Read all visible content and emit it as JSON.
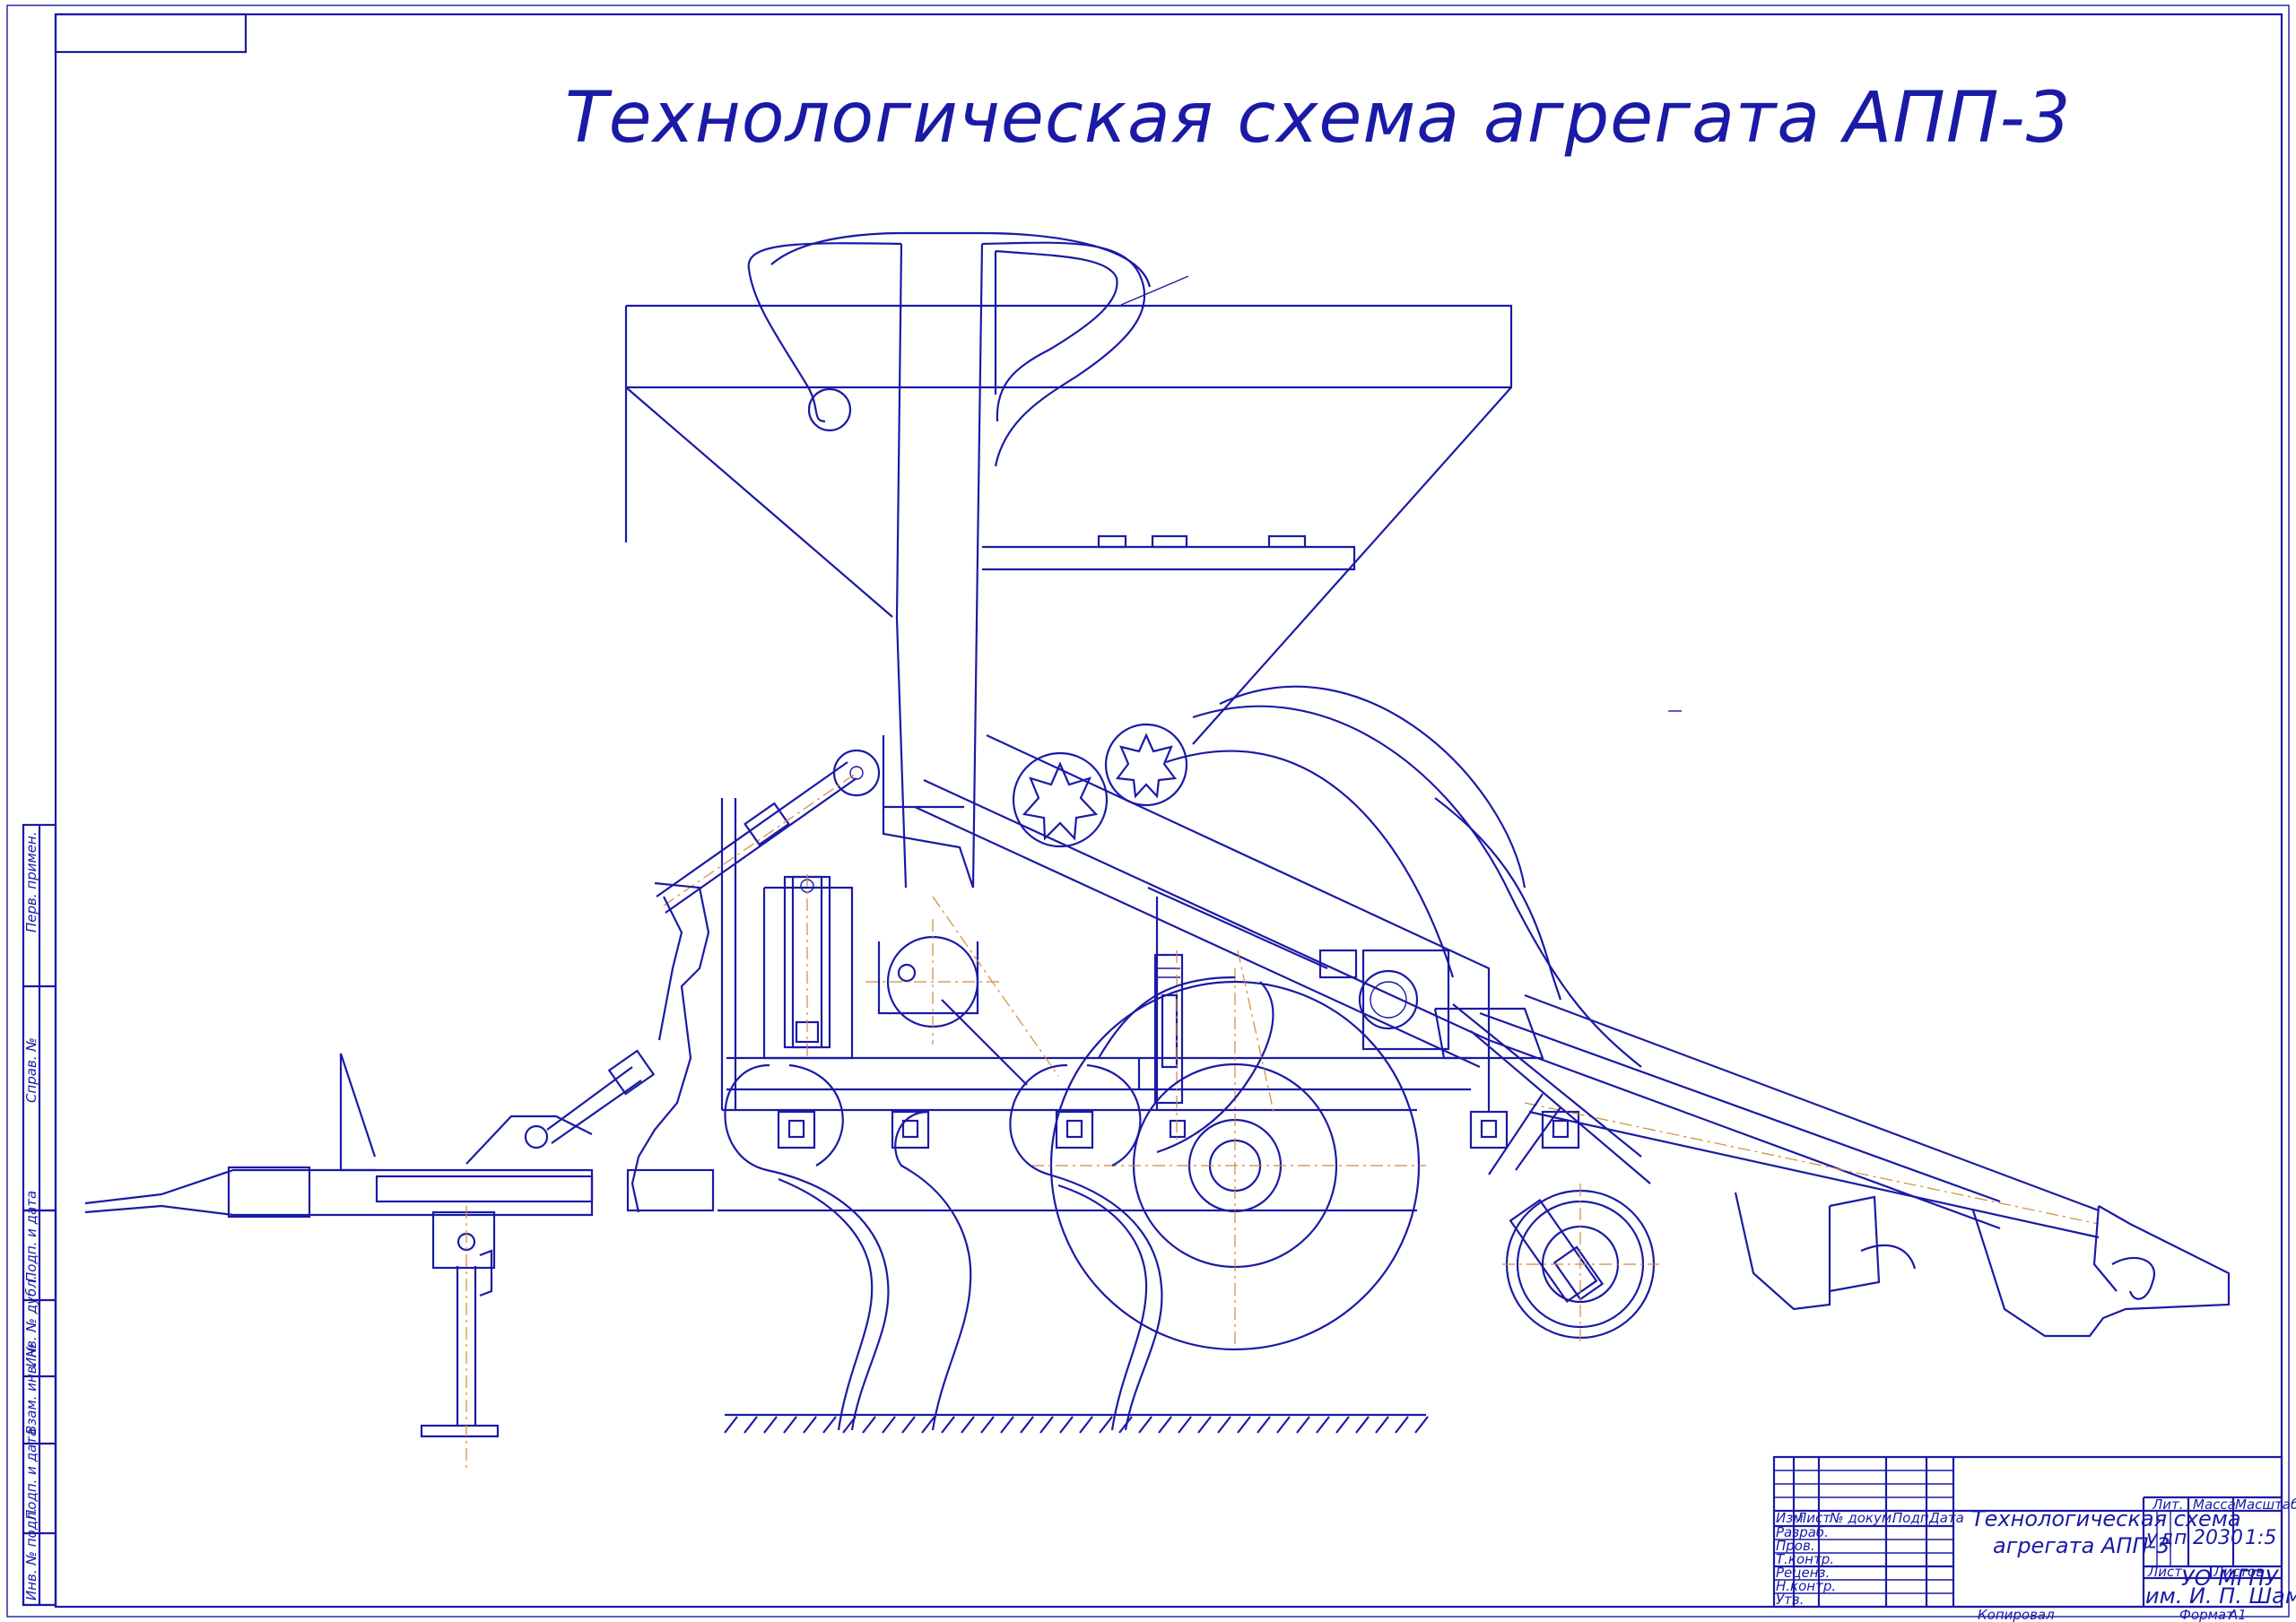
{
  "drawing": {
    "title": "Технологическая схема агрегата АПП-3",
    "colors": {
      "line": "#1a1aa6",
      "axis": "#d08a3a",
      "paper": "#ffffff"
    }
  },
  "side_strip": {
    "labels": [
      "Перв. примен.",
      "Справ. №",
      "Подп. и дата",
      "Инв. № дубл.",
      "Взам. инв. №",
      "Подп. и дата",
      "Инв. № подл."
    ]
  },
  "title_block": {
    "doc_title_line1": "Технологическая схема",
    "doc_title_line2": "агрегата АПП-3",
    "header_cells": [
      "Изм",
      "Лист",
      "№ докум.",
      "Подп.",
      "Дата"
    ],
    "roles": [
      "Разраб.",
      "Пров.",
      "Т.контр.",
      "Реценз.",
      "Н.контр.",
      "Утв."
    ],
    "lit_label": "Лит.",
    "mass_label": "Масса",
    "scale_label": "Масштаб",
    "lit_letters": [
      "у",
      "д",
      "п"
    ],
    "mass_value": "2030",
    "scale_value": "1:5",
    "sheet_label": "Лист",
    "sheets_label": "Листов",
    "org_line1": "УО МГПУ",
    "org_line2": "им. И. П. Шамякина",
    "copied_label": "Копировал",
    "format_label": "Формат",
    "format_value": "А1"
  }
}
